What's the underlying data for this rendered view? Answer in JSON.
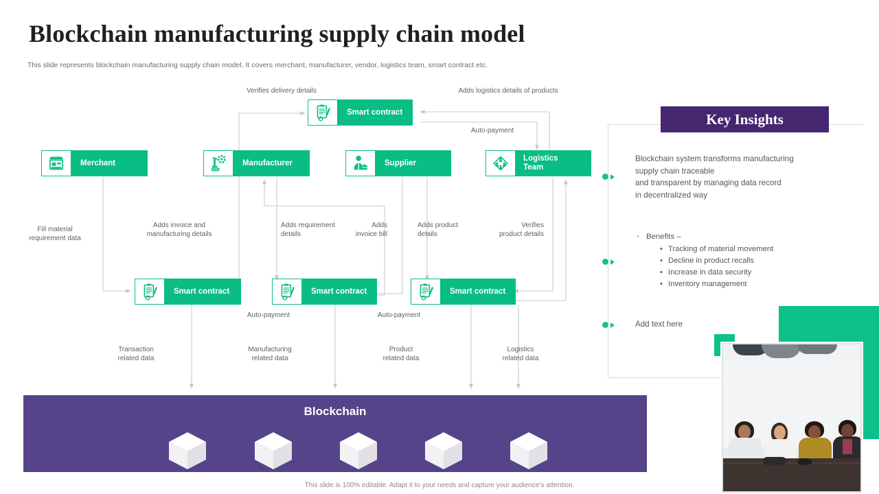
{
  "header": {
    "title": "Blockchain manufacturing supply chain model",
    "subtitle": "This slide represents blockchain manufacturing supply chain model. It covers merchant, manufacturer, vendor, logistics team, smart contract etc."
  },
  "colors": {
    "green": "#09bd84",
    "green_light": "#18c08a",
    "purple_band": "#554489",
    "purple_header": "#46276f",
    "text_gray": "#5f5f5f",
    "title_black": "#231f20"
  },
  "diagram": {
    "actors": [
      {
        "id": "merchant",
        "label": "Merchant",
        "icon": "storefront-icon"
      },
      {
        "id": "manufacturer",
        "label": "Manufacturer",
        "icon": "factory-robot-icon"
      },
      {
        "id": "supplier",
        "label": "Supplier",
        "icon": "person-briefcase-icon"
      },
      {
        "id": "logistics",
        "label": "Logistics\nTeam",
        "icon": "network-people-icon"
      }
    ],
    "contracts": [
      {
        "id": "sc-top",
        "label": "Smart contract",
        "icon": "contract-clipboard-icon"
      },
      {
        "id": "sc-1",
        "label": "Smart contract",
        "icon": "contract-clipboard-icon"
      },
      {
        "id": "sc-2",
        "label": "Smart contract",
        "icon": "contract-clipboard-icon"
      },
      {
        "id": "sc-3",
        "label": "Smart contract",
        "icon": "contract-clipboard-icon"
      }
    ],
    "edge_labels": {
      "verifies_delivery": "Verifies delivery details",
      "adds_logistics": "Adds logistics details of products",
      "auto_payment_top": "Auto-payment",
      "fill_material": "Fill material\nrequirement data",
      "adds_invoice_manufacturing": "Adds invoice and\nmanufacturing details",
      "adds_requirement": "Adds requirement\ndetails",
      "adds_invoice_bill": "Adds\ninvoice bill",
      "adds_product": "Adds product\ndetails",
      "verifies_product": "Verifies\nproduct details",
      "auto_payment_1": "Auto-payment",
      "auto_payment_2": "Auto-payment",
      "transaction_data": "Transaction\nrelated data",
      "manufacturing_data": "Manufacturing\nrelated data",
      "product_data": "Product\nrelated data",
      "logistics_data": "Logistics\nrelated data"
    }
  },
  "blockchain_band": {
    "title": "Blockchain",
    "cube_count": 5,
    "cube_icon": "cube-icon"
  },
  "key_insights": {
    "header": "Key Insights",
    "paragraph": "Blockchain system transforms manufacturing\nsupply chain traceable\nand transparent by managing data record\nin decentralized way",
    "benefits_heading": "Benefits –",
    "benefits": [
      "Tracking of material movement",
      "Decline in product recalls",
      "Increase in data security",
      "Inventory management"
    ],
    "add_text": "Add text here"
  },
  "footer": {
    "note": "This slide is 100% editable. Adapt it to your needs and capture your audience’s attention."
  },
  "photo": {
    "alt": "four-women-at-conference-table-photo"
  }
}
